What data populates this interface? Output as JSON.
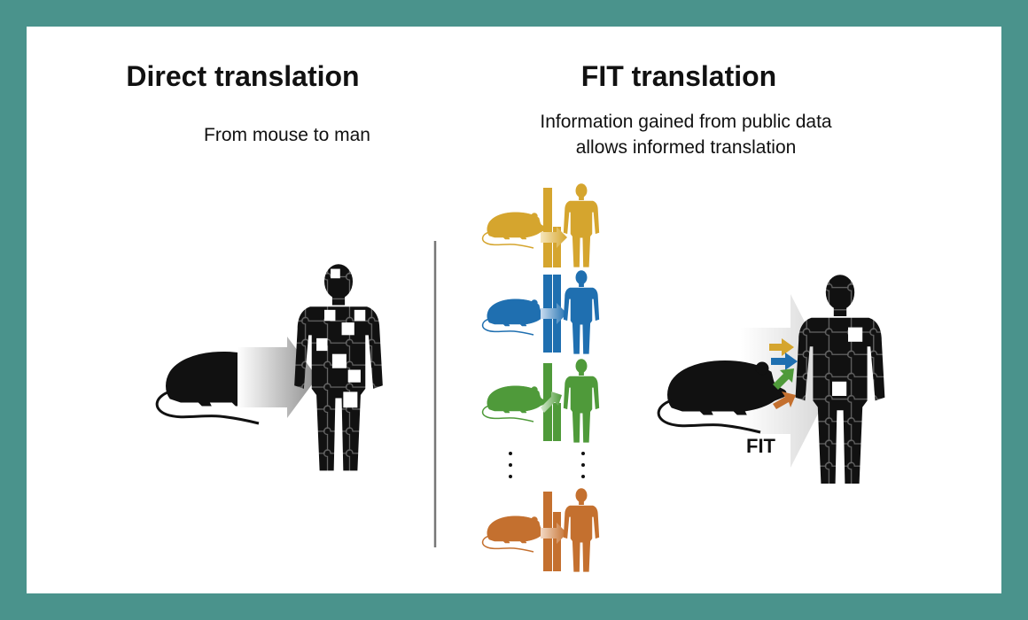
{
  "left": {
    "title": "Direct translation",
    "subtitle": "From mouse to man"
  },
  "right": {
    "title": "FIT translation",
    "subtitle_line1": "Information gained from public data",
    "subtitle_line2": "allows informed translation",
    "fit_label": "FIT"
  },
  "colors": {
    "background": "#4a938c",
    "panel": "#ffffff",
    "yellow": "#d5a52e",
    "blue": "#1f6fb0",
    "green": "#4f9a3a",
    "orange": "#c4702f",
    "black": "#111111"
  },
  "icons": [
    "mouse-icon",
    "human-icon",
    "puzzle-human-icon",
    "arrow-icon"
  ]
}
